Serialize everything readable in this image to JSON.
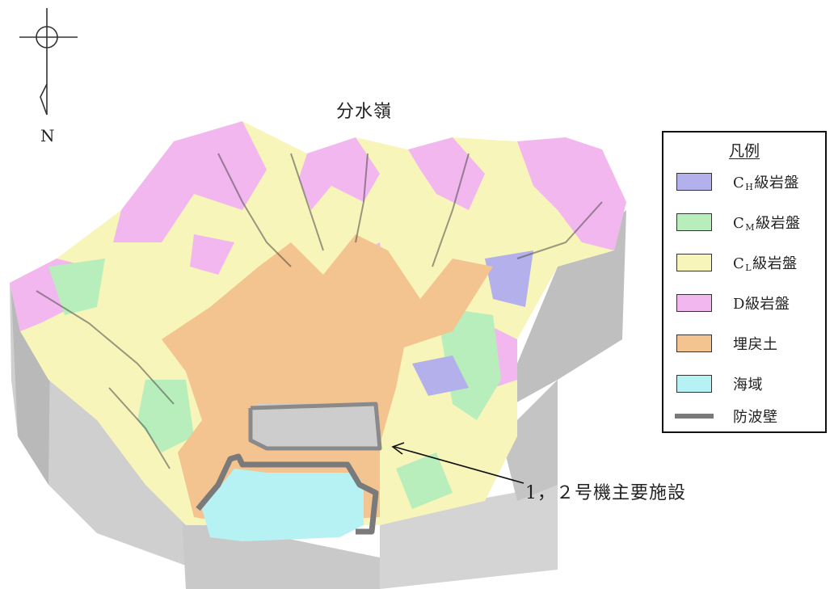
{
  "north_arrow": {
    "letter": "N",
    "icon": "north-arrow-icon"
  },
  "map": {
    "ridge_label": "分水嶺",
    "facility_label": "1，２号機主要施設"
  },
  "legend": {
    "title": "凡例",
    "items": [
      {
        "id": "ch",
        "prefix": "C",
        "sub": "H",
        "suffix": "級岩盤",
        "color": "#b3b0ec"
      },
      {
        "id": "cm",
        "prefix": "C",
        "sub": "M",
        "suffix": "級岩盤",
        "color": "#b7eebb"
      },
      {
        "id": "cl",
        "prefix": "C",
        "sub": "L",
        "suffix": "級岩盤",
        "color": "#f8f5ba"
      },
      {
        "id": "d",
        "prefix": "D",
        "sub": "",
        "suffix": "級岩盤",
        "color": "#f1b7ee"
      },
      {
        "id": "fill",
        "prefix": "埋戻土",
        "sub": "",
        "suffix": "",
        "color": "#f3c48f"
      },
      {
        "id": "sea",
        "prefix": "海域",
        "sub": "",
        "suffix": "",
        "color": "#b6f1f3"
      }
    ],
    "breakwater_label": "防波壁",
    "breakwater_color": "#7a7a7a"
  }
}
